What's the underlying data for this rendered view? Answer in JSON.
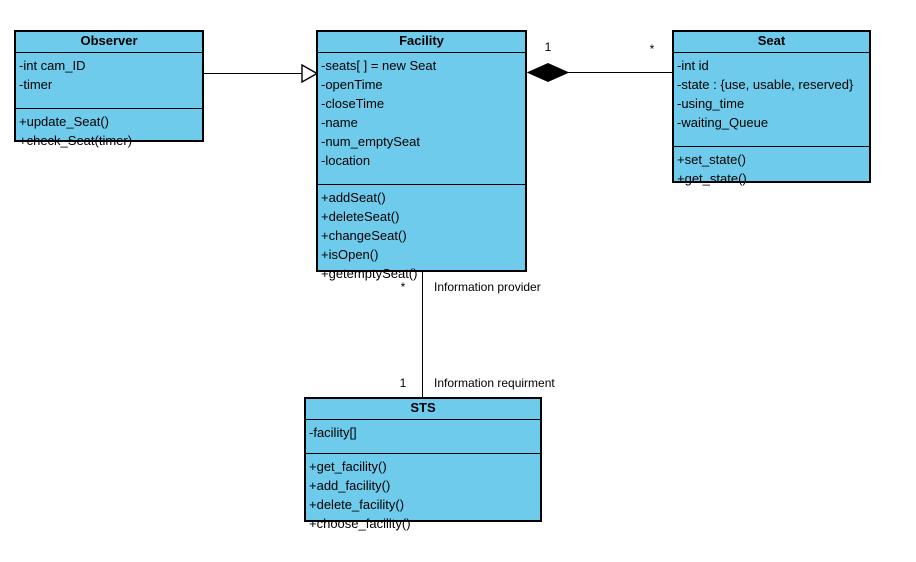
{
  "diagram": {
    "type": "uml-class-diagram",
    "background_color": "#ffffff",
    "class_fill_color": "#6FCBEB",
    "border_color": "#000000"
  },
  "classes": [
    {
      "id": "observer",
      "name": "Observer",
      "attributes": [
        "-int cam_ID",
        "-timer"
      ],
      "operations": [
        "+update_Seat()",
        "+check_Seat(timer)"
      ]
    },
    {
      "id": "facility",
      "name": "Facility",
      "attributes": [
        "-seats[ ] = new Seat",
        "-openTime",
        "-closeTime",
        "-name",
        "-num_emptySeat",
        "-location"
      ],
      "operations": [
        "+addSeat()",
        "+deleteSeat()",
        "+changeSeat()",
        "+isOpen()",
        "+getemptySeat()"
      ]
    },
    {
      "id": "seat",
      "name": "Seat",
      "attributes": [
        "-int id",
        "-state : {use, usable, reserved}",
        "-using_time",
        "-waiting_Queue"
      ],
      "operations": [
        "+set_state()",
        "+get_state()"
      ]
    },
    {
      "id": "sts",
      "name": "STS",
      "attributes": [
        "-facility[]"
      ],
      "operations": [
        "+get_facility()",
        "+add_facility()",
        "+delete_facility()",
        "+choose_facility()"
      ]
    }
  ],
  "relationships": {
    "observer_facility": {
      "kind": "generalization",
      "source": "Observer",
      "target": "Facility"
    },
    "facility_seat": {
      "kind": "composition",
      "source": "Facility",
      "target": "Seat",
      "source_multiplicity": "1",
      "target_multiplicity": "*"
    },
    "facility_sts": {
      "kind": "association",
      "source": "Facility",
      "target": "STS",
      "source_multiplicity": "*",
      "target_multiplicity": "1",
      "source_role": "Information provider",
      "target_role": "Information requirment"
    }
  }
}
